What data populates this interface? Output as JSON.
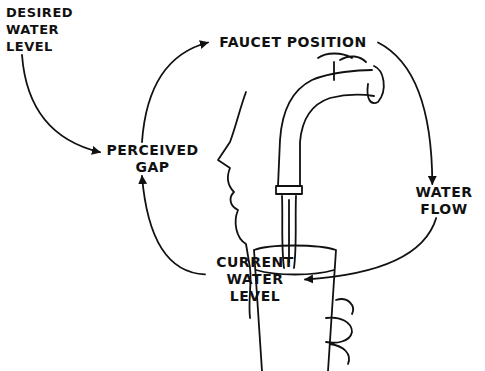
{
  "diagram": {
    "nodes": [
      {
        "text": [
          "DESIRED WATER LEVEL"
        ]
      },
      {
        "text": [
          "FAUCET POSITION"
        ]
      },
      {
        "text": [
          "PERCEIVED GAP"
        ]
      },
      {
        "text": [
          "WATER FLOW"
        ]
      },
      {
        "text": [
          "CURRENT WATER LEVEL"
        ]
      }
    ],
    "edges": [
      {
        "from": 0,
        "to": 2,
        "arrow": "to"
      },
      {
        "from": 2,
        "to": 1,
        "arrow": "to"
      },
      {
        "from": 1,
        "to": 3,
        "arrow": "to"
      },
      {
        "from": 3,
        "to": 4,
        "arrow": "to"
      },
      {
        "from": 4,
        "to": 2,
        "arrow": "to"
      }
    ]
  }
}
